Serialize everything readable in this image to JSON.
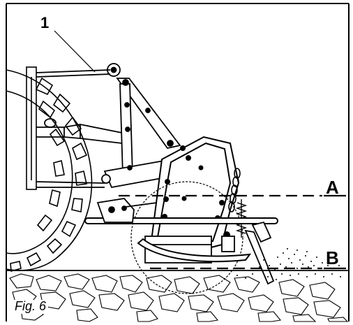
{
  "labels": {
    "callout_1": "1",
    "line_a": "A",
    "line_b": "B"
  },
  "caption": "Fig. 6",
  "colors": {
    "ink": "#000000",
    "paper": "#ffffff"
  }
}
